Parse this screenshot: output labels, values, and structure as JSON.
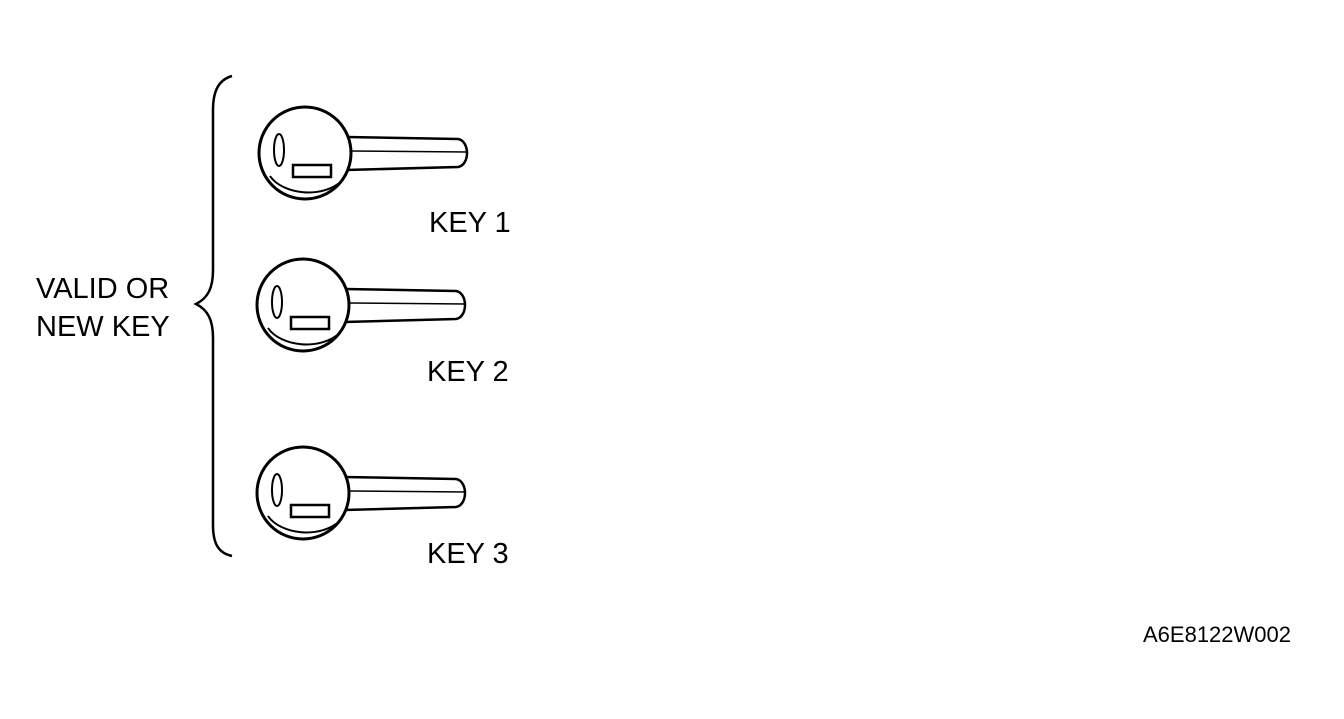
{
  "group": {
    "label_line1": "VALID OR",
    "label_line2": "NEW KEY"
  },
  "keys": [
    {
      "label": "KEY 1",
      "icon": "key-icon"
    },
    {
      "label": "KEY 2",
      "icon": "key-icon"
    },
    {
      "label": "KEY 3",
      "icon": "key-icon"
    }
  ],
  "figure_code": "A6E8122W002",
  "colors": {
    "line": "#000000",
    "background": "#ffffff"
  }
}
